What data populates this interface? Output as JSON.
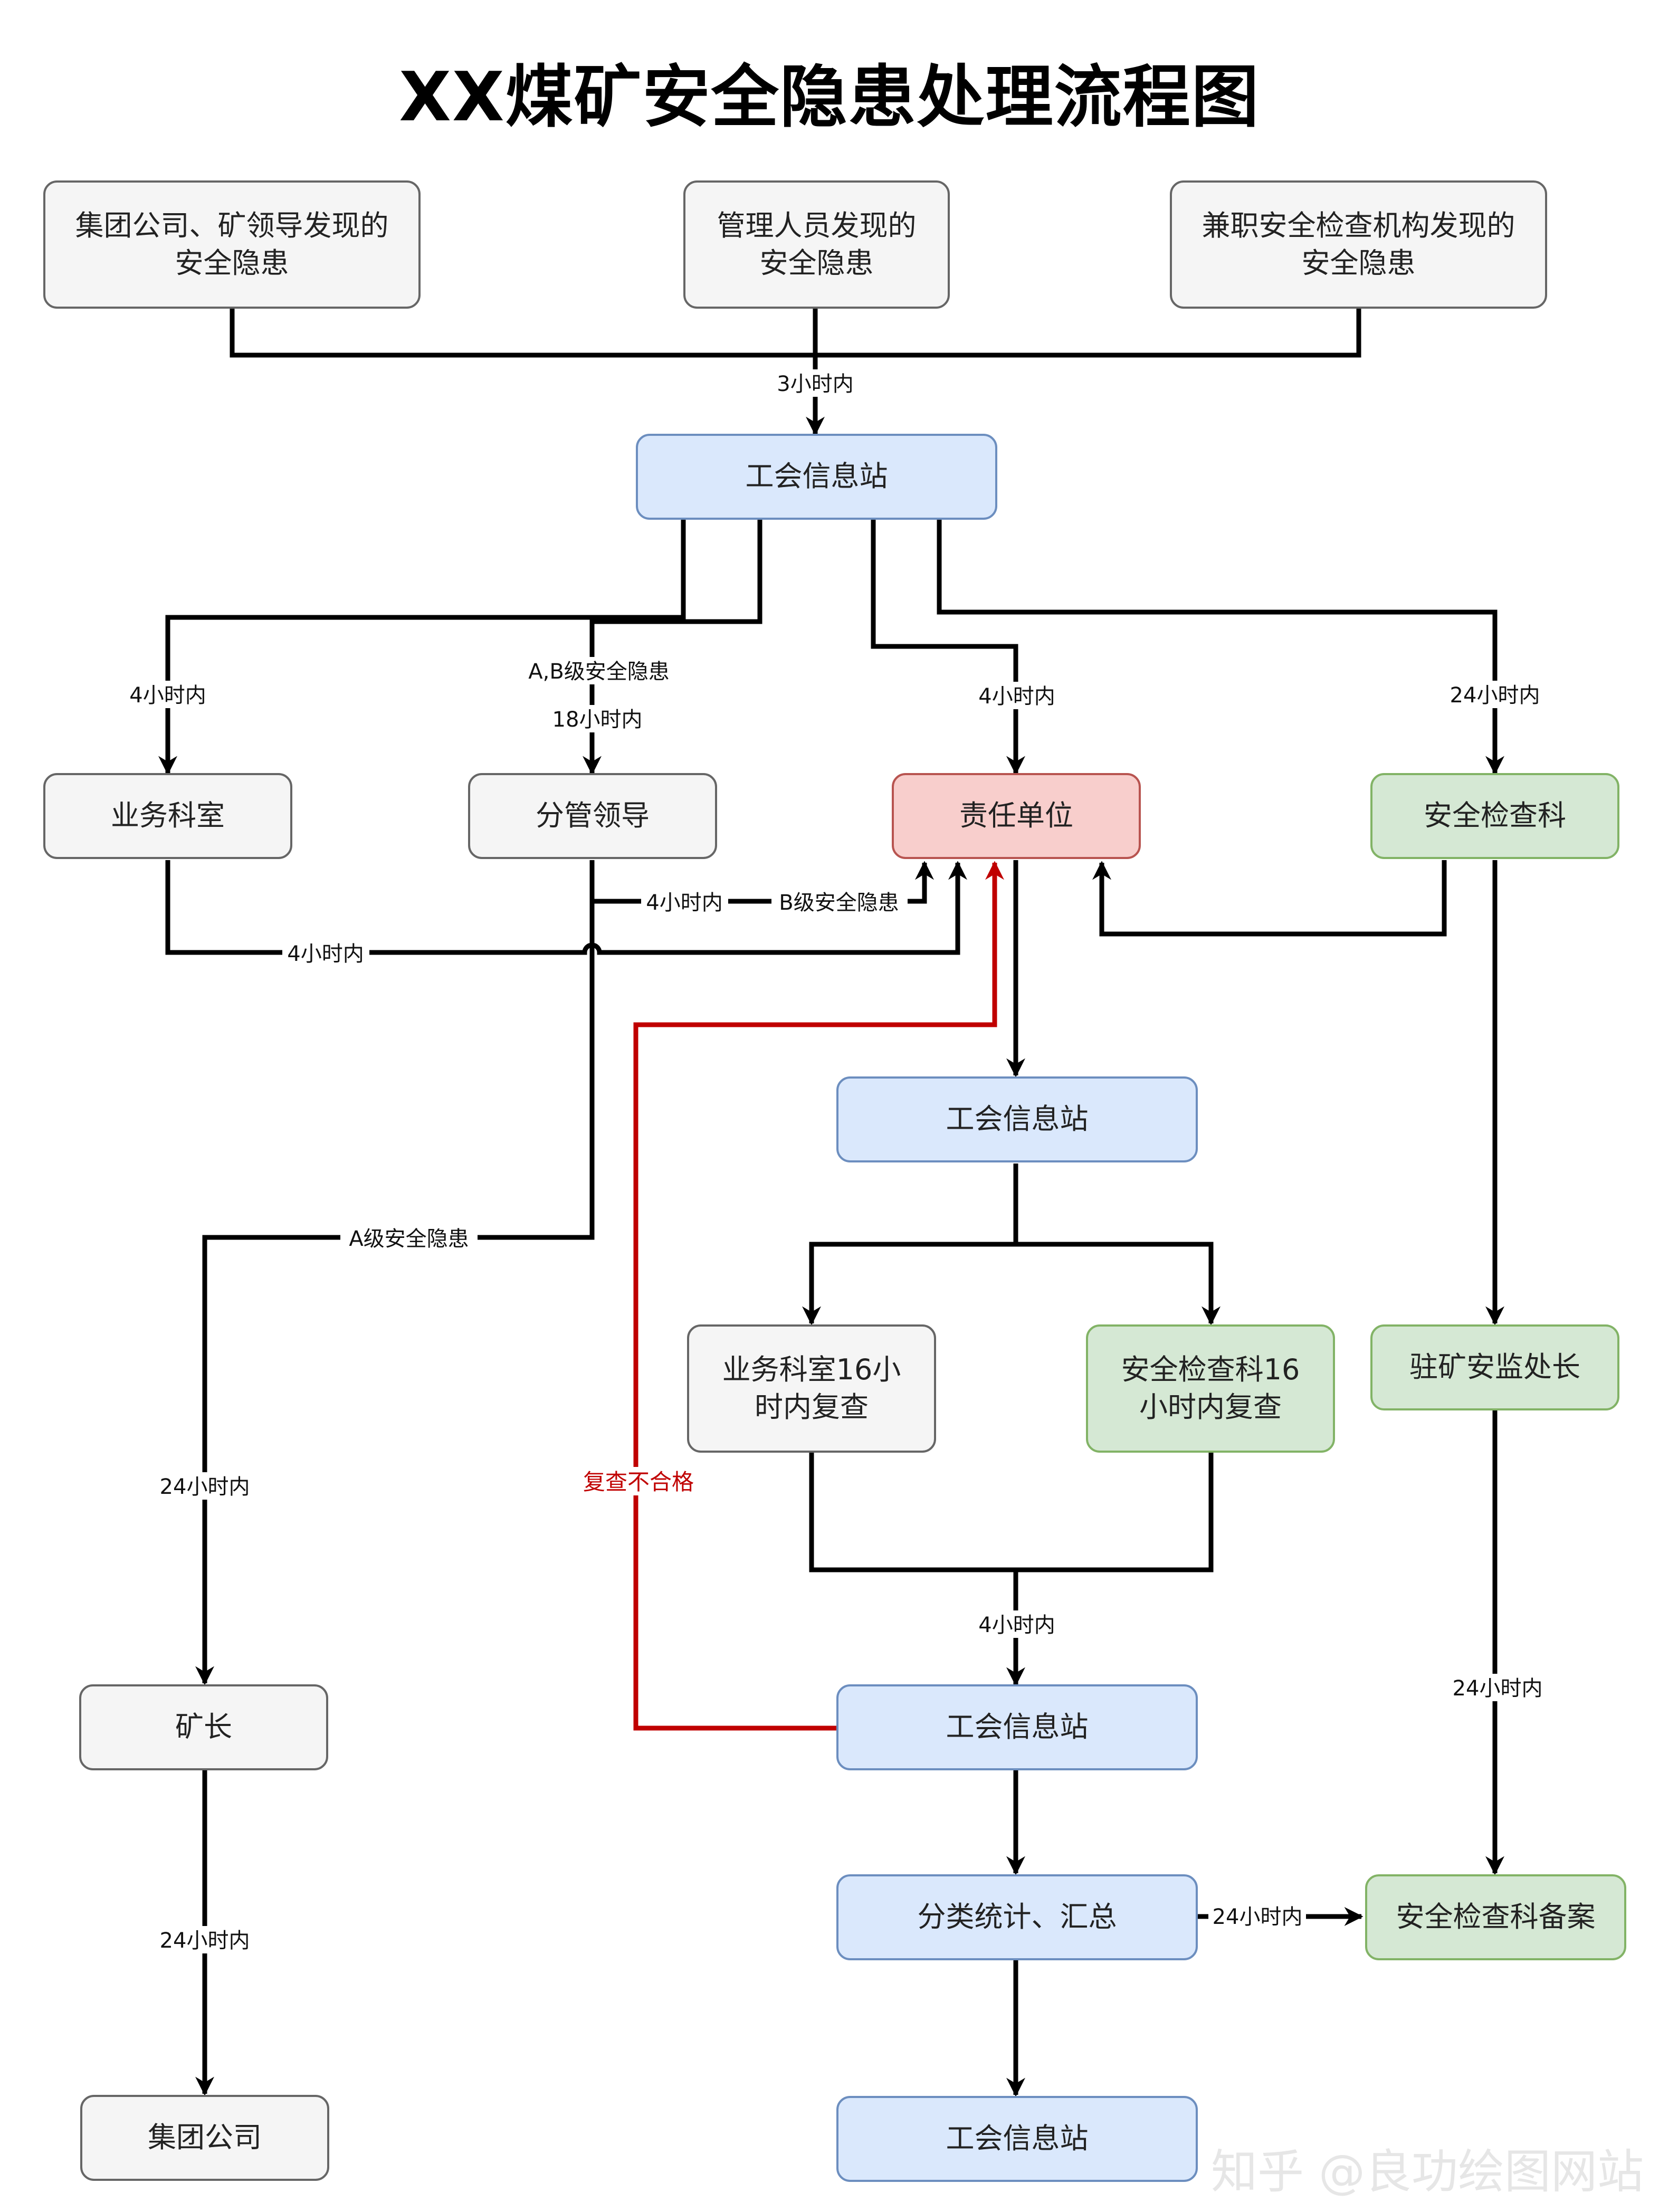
{
  "title": "XX煤矿安全隐患处理流程图",
  "nodes": {
    "group_found": "集团公司、矿领导发现的\n安全隐患",
    "manager_found": "管理人员发现的\n安全隐患",
    "parttime_found": "兼职安全检查机构发现的\n安全隐患",
    "union_station_1": "工会信息站",
    "business_office": "业务科室",
    "deputy_leader": "分管领导",
    "responsible_unit": "责任单位",
    "safety_dept": "安全检查科",
    "union_station_2": "工会信息站",
    "business_recheck": "业务科室16小\n时内复查",
    "safety_recheck": "安全检查科16\n小时内复查",
    "supervisor": "驻矿安监处长",
    "mine_director": "矿长",
    "union_station_3": "工会信息站",
    "classify_stats": "分类统计、汇总",
    "safety_archive": "安全检查科备案",
    "group_company": "集团公司",
    "union_station_4": "工会信息站"
  },
  "edge_labels": {
    "within_3h": "3小时内",
    "within_4h_business": "4小时内",
    "ab_grade": "A,B级安全隐患",
    "within_18h": "18小时内",
    "within_4h_unit": "4小时内",
    "within_24h_safety": "24小时内",
    "within_4h_deputy": "4小时内",
    "b_grade": "B级安全隐患",
    "within_4h_office": "4小时内",
    "a_grade": "A级安全隐患",
    "within_24h_director": "24小时内",
    "recheck_failed": "复查不合格",
    "within_4h_recheck": "4小时内",
    "within_24h_supervisor": "24小时内",
    "within_24h_group": "24小时内",
    "within_24h_archive": "24小时内"
  },
  "watermark": "知乎 @良功绘图网站",
  "colors": {
    "gray_fill": "#f5f5f5",
    "blue_fill": "#dae8fc",
    "red_fill": "#f8cecc",
    "green_fill": "#d5e8d4",
    "failed_edge": "#c00000"
  }
}
